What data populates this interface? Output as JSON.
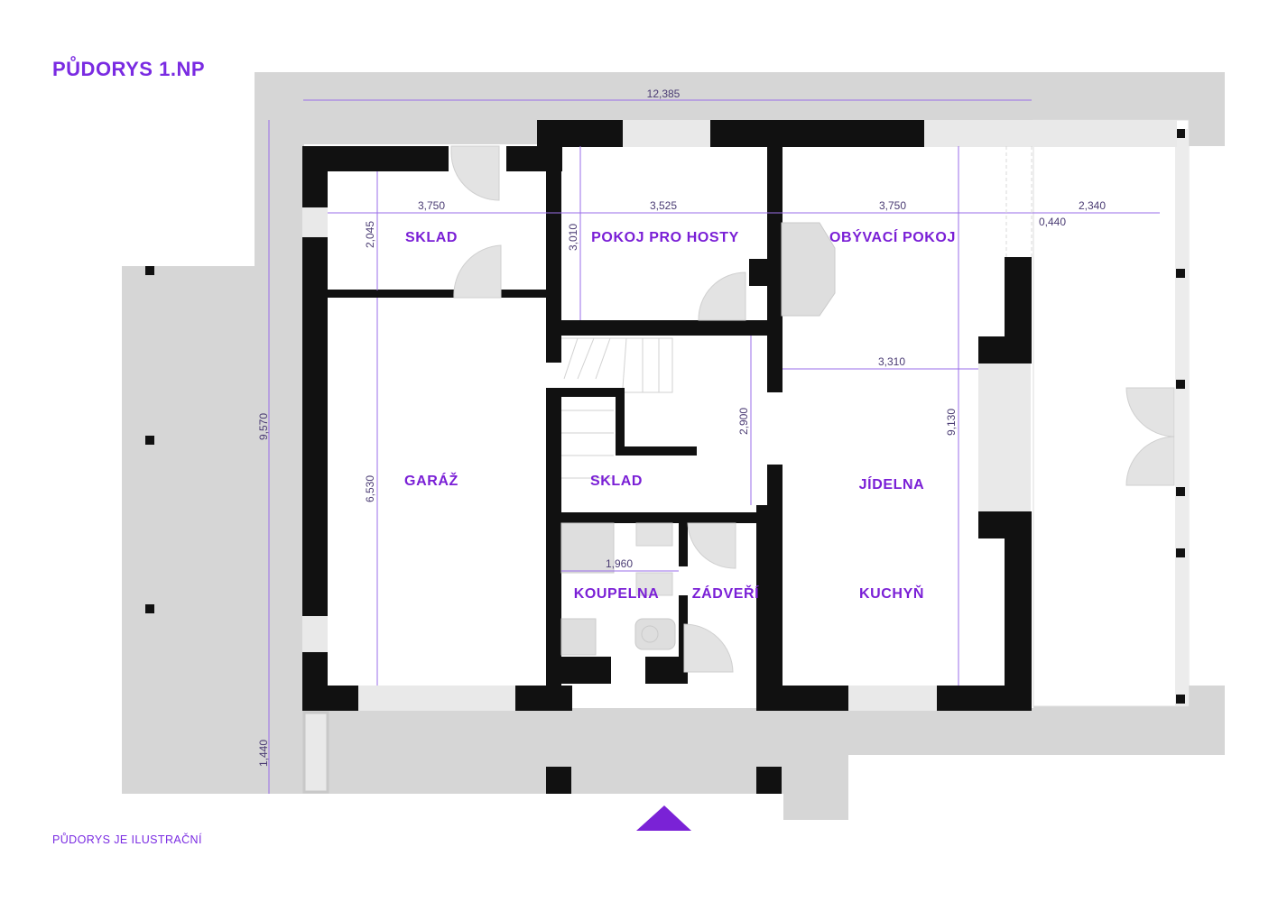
{
  "header": {
    "title": "PŮDORYS 1.NP"
  },
  "footer": {
    "note": "PŮDORYS JE ILUSTRAČNÍ"
  },
  "colors": {
    "accent": "#7a2be2",
    "wall": "#111111",
    "ground": "#d6d6d6"
  },
  "rooms": {
    "sklad_top": "SKLAD",
    "pokoj_pro_hosty": "POKOJ PRO HOSTY",
    "obyvaci_pokoj": "OBÝVACÍ POKOJ",
    "garaz": "GARÁŽ",
    "sklad_mid": "SKLAD",
    "jidelna": "JÍDELNA",
    "koupelna": "KOUPELNA",
    "zadveri": "ZÁDVEŘÍ",
    "kuchyn": "KUCHYŇ"
  },
  "dimensions": {
    "overall_width": "12,385",
    "overall_height": "9,570",
    "terrace_depth": "1,440",
    "sklad_width": "3,750",
    "sklad_depth": "2,045",
    "pokoj_width": "3,525",
    "pokoj_depth": "3,010",
    "obyvaci_width": "3,750",
    "terrace_width": "2,340",
    "pillar": "0,440",
    "garaz_depth": "6,530",
    "hall_depth": "2,900",
    "jidelna_width": "3,310",
    "jidelna_depth": "9,130",
    "koupelna_width": "1,960"
  }
}
